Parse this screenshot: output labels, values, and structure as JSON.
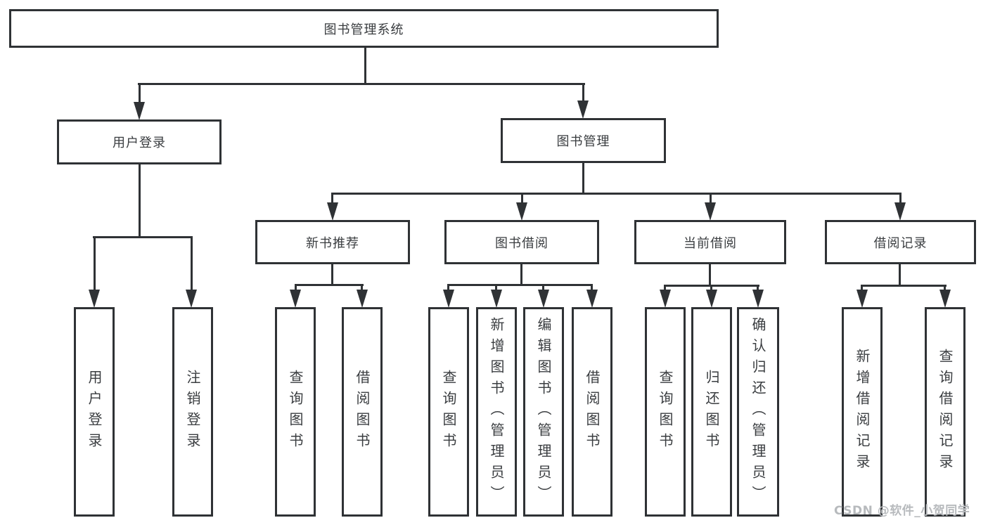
{
  "title": {
    "label": "图书管理系统"
  },
  "level2": [
    {
      "id": "user-login",
      "label": "用户登录"
    },
    {
      "id": "book-management",
      "label": "图书管理"
    }
  ],
  "level3": [
    {
      "id": "new-book-recommend",
      "label": "新书推荐"
    },
    {
      "id": "book-borrow",
      "label": "图书借阅"
    },
    {
      "id": "current-borrow",
      "label": "当前借阅"
    },
    {
      "id": "borrow-records",
      "label": "借阅记录"
    }
  ],
  "leaves": [
    {
      "parent": "user-login",
      "label": "用户登录"
    },
    {
      "parent": "user-login",
      "label": "注销登录"
    },
    {
      "parent": "new-book-recommend",
      "label": "查询图书"
    },
    {
      "parent": "new-book-recommend",
      "label": "借阅图书"
    },
    {
      "parent": "book-borrow",
      "label": "查询图书"
    },
    {
      "parent": "book-borrow",
      "label": "新增图书（管理员）"
    },
    {
      "parent": "book-borrow",
      "label": "编辑图书（管理员）"
    },
    {
      "parent": "book-borrow",
      "label": "借阅图书"
    },
    {
      "parent": "current-borrow",
      "label": "查询图书"
    },
    {
      "parent": "current-borrow",
      "label": "归还图书"
    },
    {
      "parent": "current-borrow",
      "label": "确认归还（管理员）"
    },
    {
      "parent": "borrow-records",
      "label": "新增借阅记录"
    },
    {
      "parent": "borrow-records",
      "label": "查询借阅记录"
    }
  ],
  "watermark": {
    "text": "CSDN @软件_小贺同学"
  },
  "colors": {
    "line": "#2f3235",
    "text": "#3a3d40",
    "watermark": "#b7babd",
    "background": "#ffffff"
  }
}
